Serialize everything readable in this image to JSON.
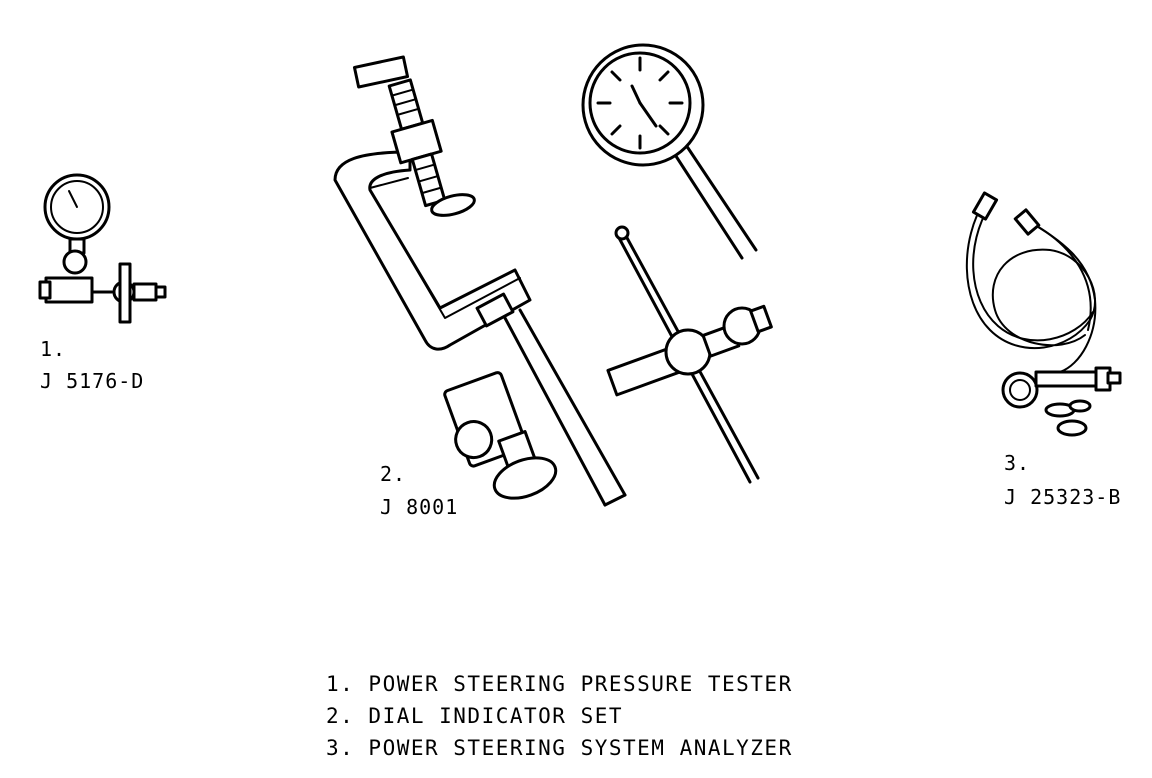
{
  "tools": [
    {
      "number": "1.",
      "part": "J 5176-D"
    },
    {
      "number": "2.",
      "part": "J 8001"
    },
    {
      "number": "3.",
      "part": "J 25323-B"
    }
  ],
  "legend": [
    "1. POWER STEERING PRESSURE TESTER",
    "2. DIAL INDICATOR SET",
    "3. POWER STEERING SYSTEM ANALYZER"
  ]
}
